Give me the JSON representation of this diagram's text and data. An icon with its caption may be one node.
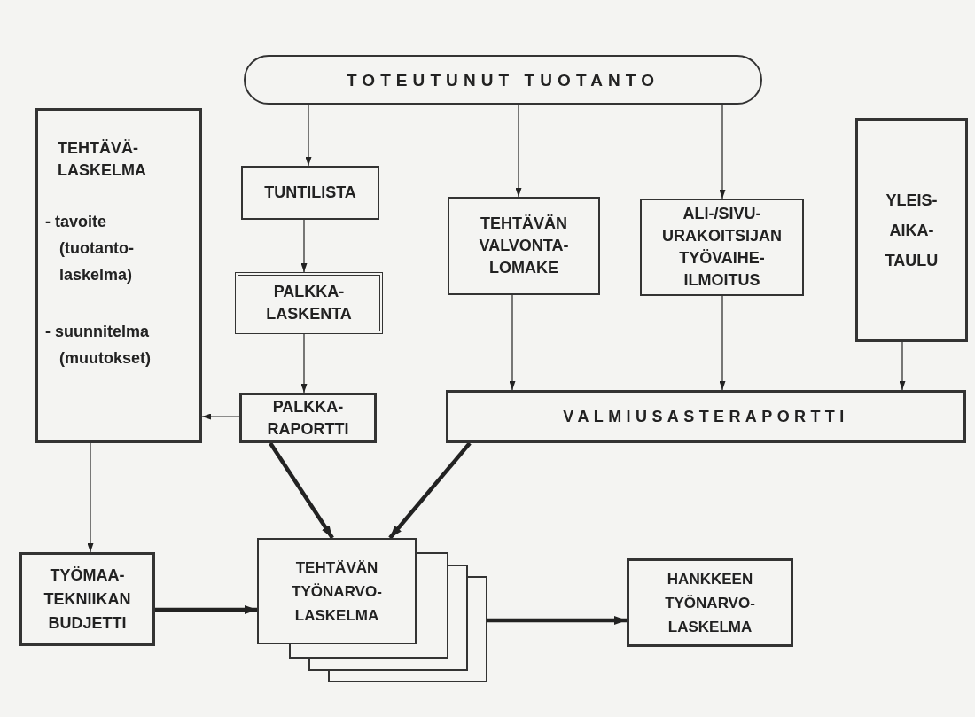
{
  "diagram": {
    "nodes": [
      {
        "text": [
          "TOTEUTUNUT TUOTANTO"
        ]
      },
      {
        "text": [
          "TEHTÄVÄ- LASKELMA",
          "- tavoite (tuotanto- laskelma)",
          "- suunnitelma (muutokset)"
        ]
      },
      {
        "text": [
          "TUNTILISTA"
        ]
      },
      {
        "text": [
          "PALKKA- LASKENTA"
        ]
      },
      {
        "text": [
          "TEHTÄVÄN VALVONTA- LOMAKE"
        ]
      },
      {
        "text": [
          "ALI-/SIVU- URAKOITSIJAN TYÖVAIHE- ILMOITUS"
        ]
      },
      {
        "text": [
          "YLEIS- AIKA- TAULU"
        ]
      },
      {
        "text": [
          "PALKKA- RAPORTTI"
        ]
      },
      {
        "text": [
          "VALMIUSASTERAPORTTI"
        ]
      },
      {
        "text": [
          "TYÖMAA- TEKNIIKAN BUDJETTI"
        ]
      },
      {
        "text": [
          "TEHTÄVÄN TYÖNARVO- LASKELMA"
        ]
      },
      {
        "text": [
          "HANKKEEN TYÖNARVO- LASKELMA"
        ]
      }
    ],
    "edges": [
      {
        "from": 0,
        "to": 2,
        "arrow": "to"
      },
      {
        "from": 0,
        "to": 4,
        "arrow": "to"
      },
      {
        "from": 0,
        "to": 5,
        "arrow": "to"
      },
      {
        "from": 2,
        "to": 3,
        "arrow": "to"
      },
      {
        "from": 3,
        "to": 7,
        "arrow": "to"
      },
      {
        "from": 7,
        "to": 1,
        "arrow": "to"
      },
      {
        "from": 4,
        "to": 8,
        "arrow": "to"
      },
      {
        "from": 5,
        "to": 8,
        "arrow": "to"
      },
      {
        "from": 6,
        "to": 8,
        "arrow": "to"
      },
      {
        "from": 1,
        "to": 9,
        "arrow": "to"
      },
      {
        "from": 7,
        "to": 10,
        "arrow": "to",
        "style": "thick"
      },
      {
        "from": 8,
        "to": 10,
        "arrow": "to",
        "style": "thick"
      },
      {
        "from": 9,
        "to": 10,
        "arrow": "to",
        "style": "thick"
      },
      {
        "from": 10,
        "to": 11,
        "arrow": "to",
        "style": "thick"
      }
    ]
  }
}
